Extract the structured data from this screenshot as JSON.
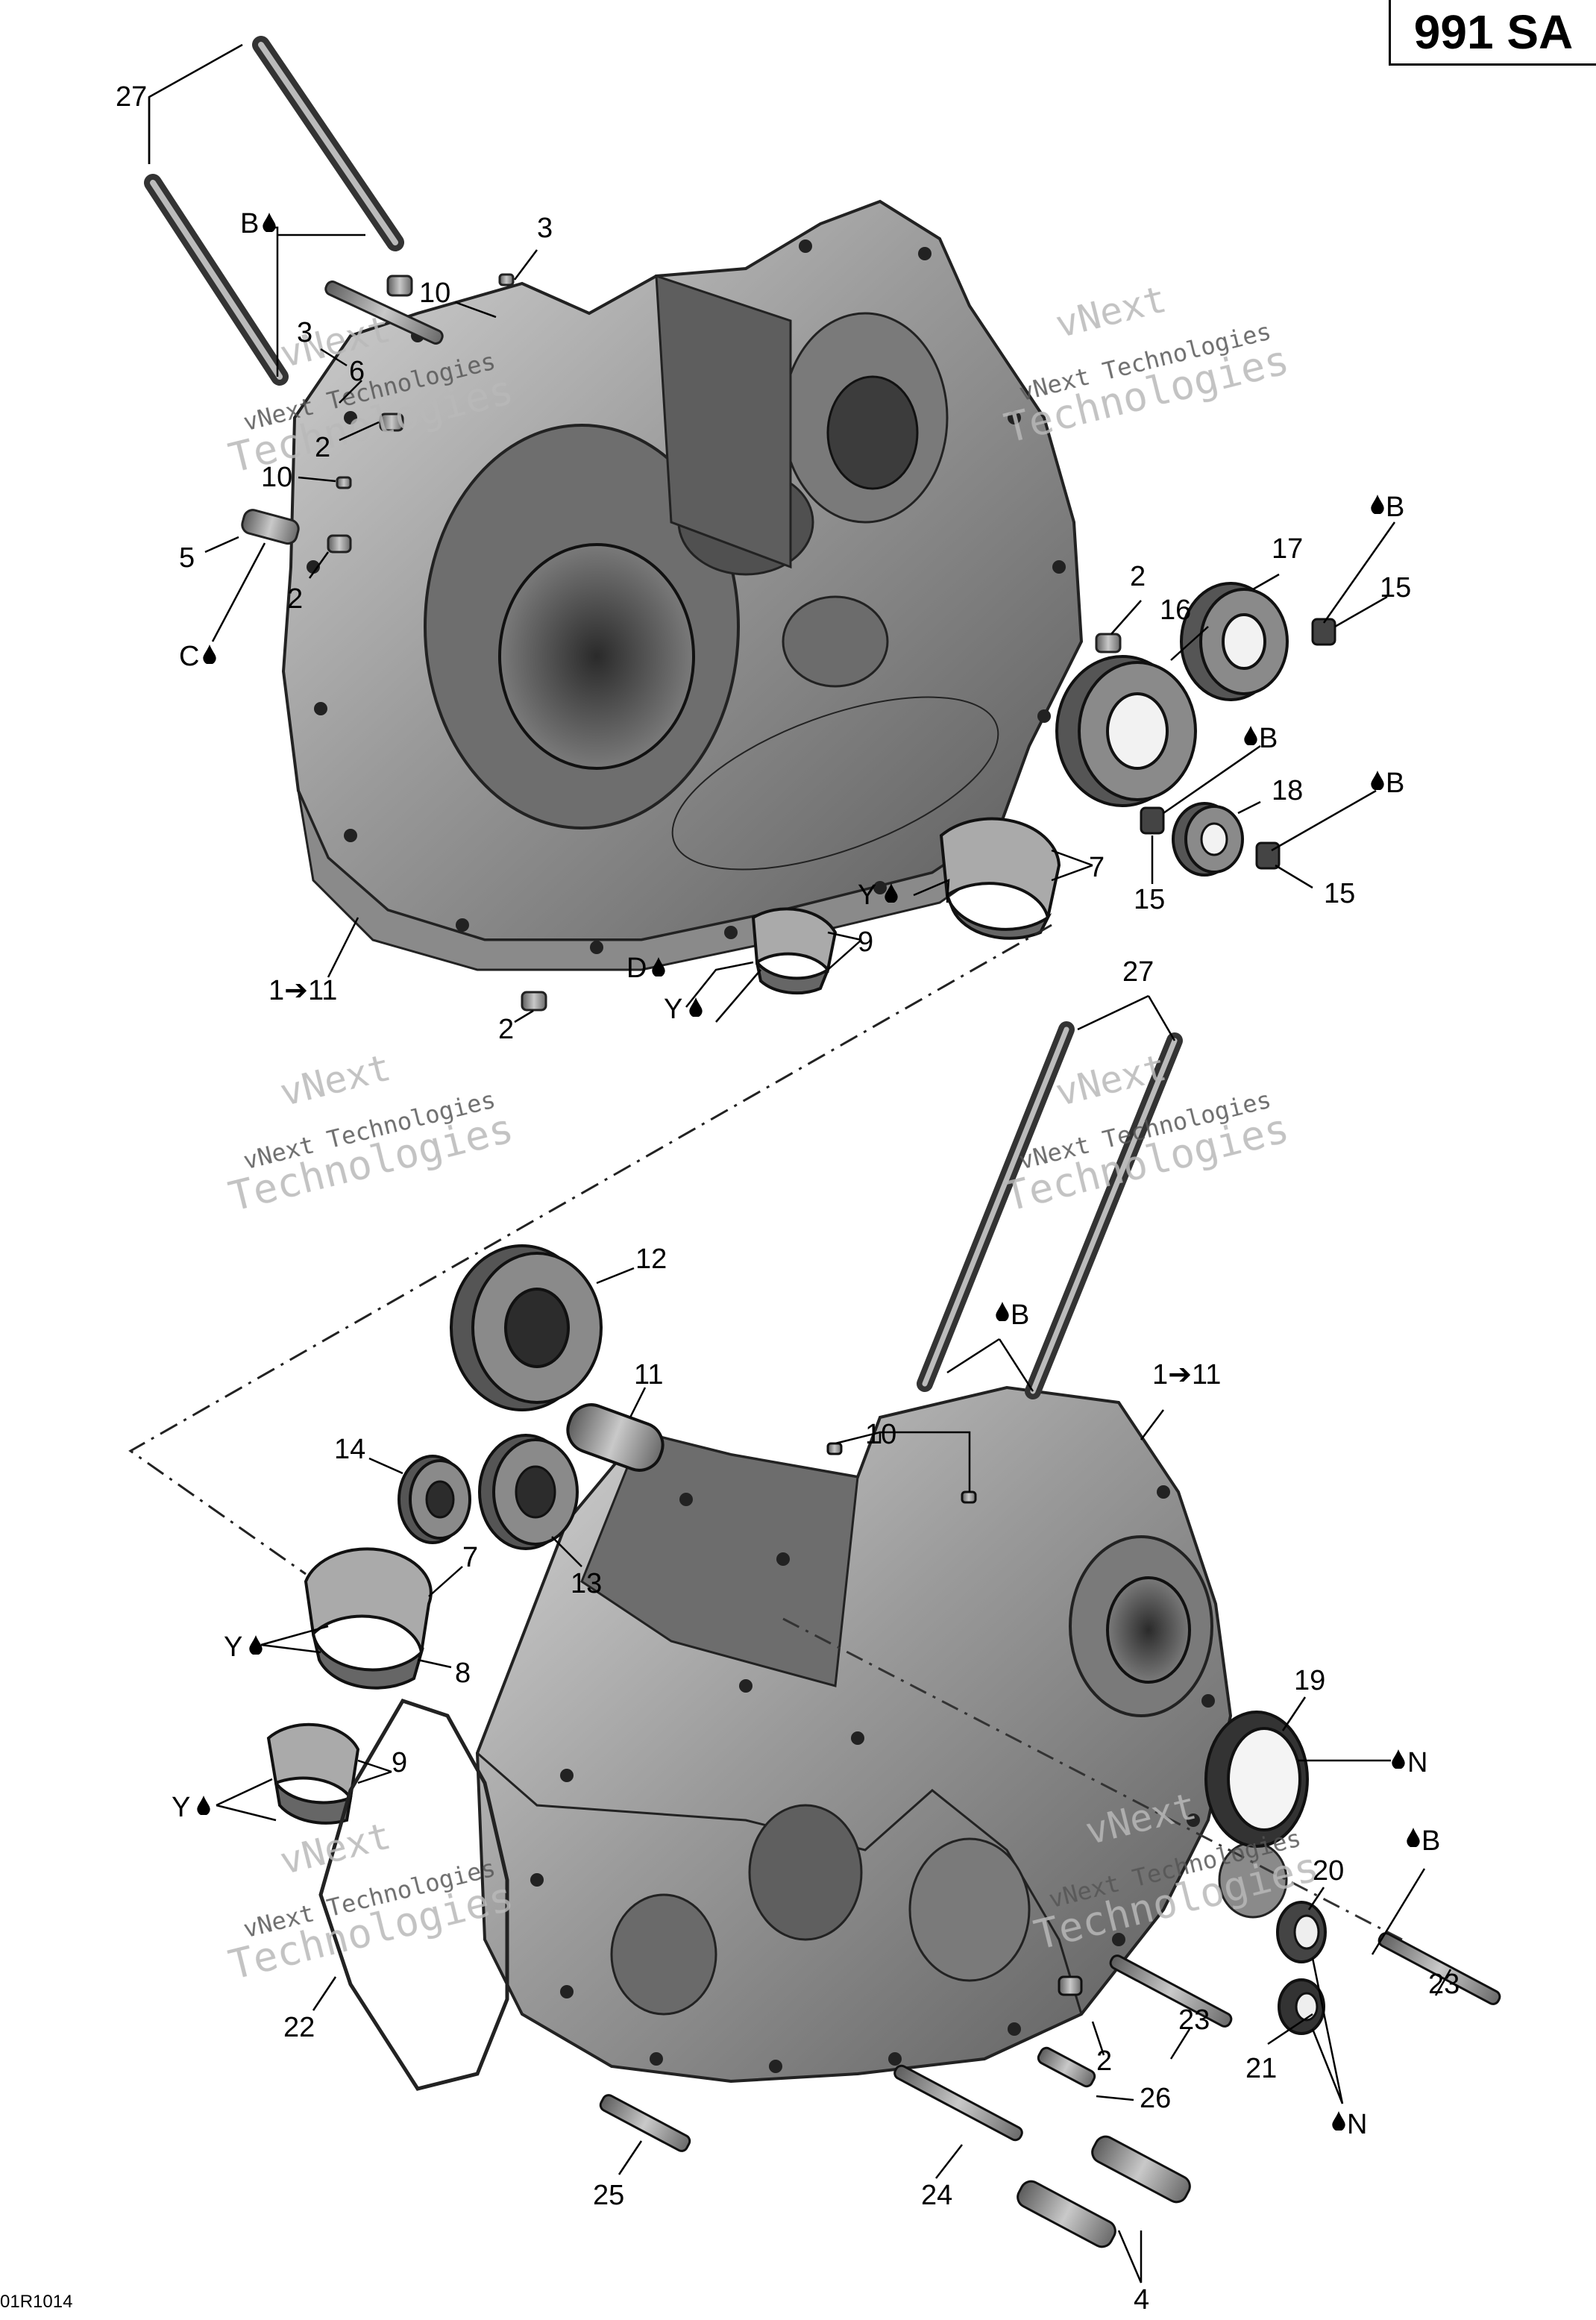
{
  "header": {
    "model_badge": "991 SA"
  },
  "footer": {
    "doc_ref": "01R1014"
  },
  "watermark": {
    "line1": "vNext",
    "line2": "vNext Technologies",
    "line3": "Technologies"
  },
  "callouts": {
    "c27a": "27",
    "cB1": "B",
    "c3a": "3",
    "c10a": "10",
    "c3b": "3",
    "c6": "6",
    "c2a": "2",
    "c10b": "10",
    "c5": "5",
    "c2b": "2",
    "cC": "C",
    "cB2": "B",
    "c17": "17",
    "c15a": "15",
    "c2c": "2",
    "c16": "16",
    "cB3": "B",
    "cB4": "B",
    "c18": "18",
    "c15b": "15",
    "c15c": "15",
    "c7a": "7",
    "cYa": "Y",
    "c9a": "9",
    "cD": "D",
    "cYb": "Y",
    "c1a": "1➔11",
    "c2d": "2",
    "c27b": "27",
    "c12": "12",
    "c11": "11",
    "cB5": "B",
    "c1b": "1➔11",
    "c10c": "10",
    "c14": "14",
    "c13": "13",
    "c7b": "7",
    "cYc": "Y",
    "c8": "8",
    "c19": "19",
    "cNa": "N",
    "c9b": "9",
    "cYd": "Y",
    "cB6": "B",
    "c20": "20",
    "c23a": "23",
    "c23b": "23",
    "c22": "22",
    "c2e": "2",
    "c26": "26",
    "c21": "21",
    "cNb": "N",
    "c25": "25",
    "c24": "24",
    "c4": "4"
  }
}
